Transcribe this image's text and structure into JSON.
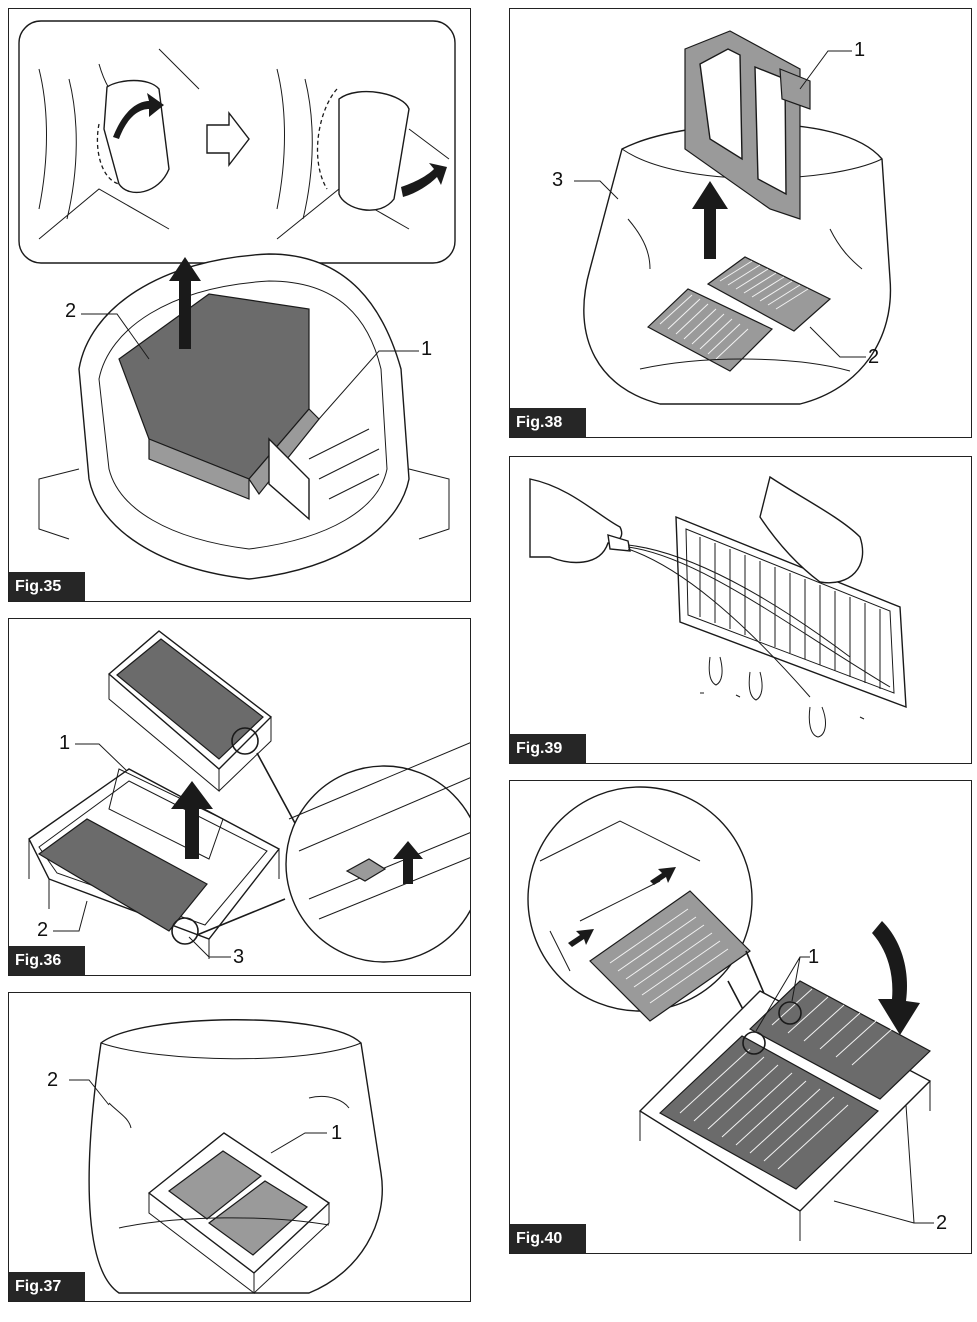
{
  "figures": [
    {
      "id": "fig35",
      "label": "Fig.35",
      "callouts": [
        "1",
        "2"
      ]
    },
    {
      "id": "fig36",
      "label": "Fig.36",
      "callouts": [
        "1",
        "2",
        "3"
      ]
    },
    {
      "id": "fig37",
      "label": "Fig.37",
      "callouts": [
        "1",
        "2"
      ]
    },
    {
      "id": "fig38",
      "label": "Fig.38",
      "callouts": [
        "1",
        "2",
        "3"
      ]
    },
    {
      "id": "fig39",
      "label": "Fig.39",
      "callouts": []
    },
    {
      "id": "fig40",
      "label": "Fig.40",
      "callouts": [
        "1",
        "2"
      ]
    }
  ]
}
